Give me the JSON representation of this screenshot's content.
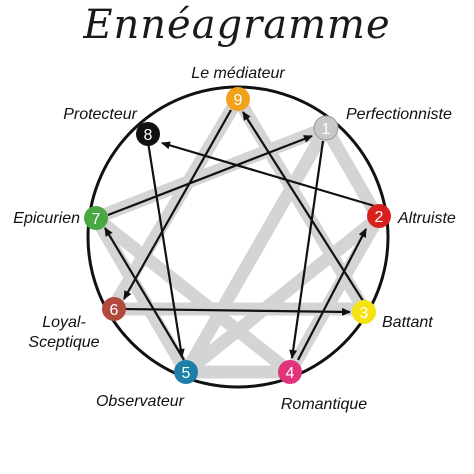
{
  "title": "Ennéagramme",
  "points": [
    {
      "n": "1",
      "label": "Perfectionniste",
      "color": "#c8c8c8"
    },
    {
      "n": "2",
      "label": "Altruiste",
      "color": "#d8201c"
    },
    {
      "n": "3",
      "label": "Battant",
      "color": "#f4e211"
    },
    {
      "n": "4",
      "label": "Romantique",
      "color": "#e0337a"
    },
    {
      "n": "5",
      "label": "Observateur",
      "color": "#1d7fa8"
    },
    {
      "n": "6",
      "label_line1": "Loyal-",
      "label_line2": "Sceptique",
      "color": "#b04a3c"
    },
    {
      "n": "7",
      "label": "Epicurien",
      "color": "#4aa844"
    },
    {
      "n": "8",
      "label": "Protecteur",
      "color": "#111111"
    },
    {
      "n": "9",
      "label": "Le médiateur",
      "color": "#f0a21a"
    }
  ]
}
